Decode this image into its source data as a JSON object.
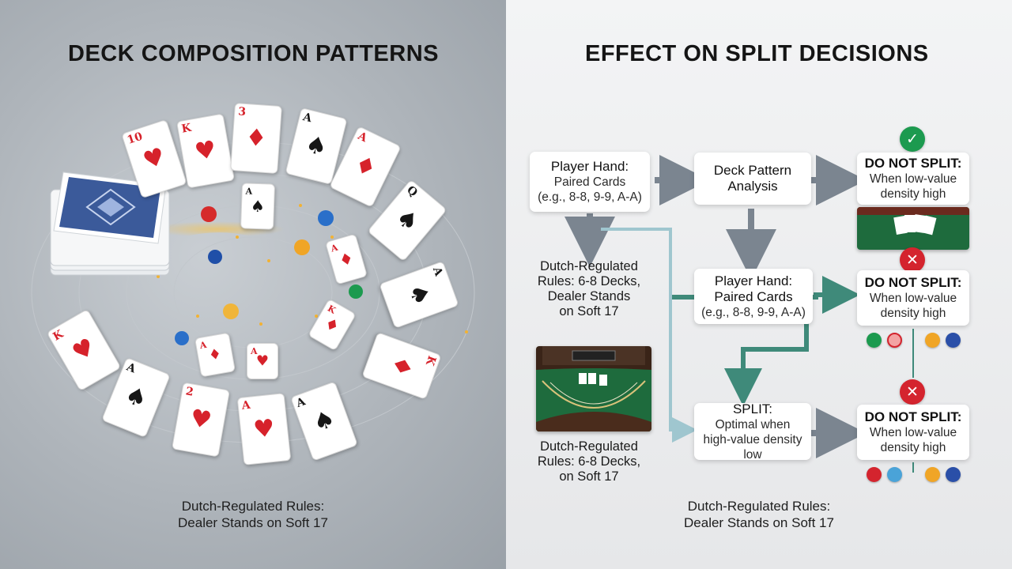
{
  "left": {
    "title": "DECK COMPOSITION PATTERNS",
    "caption": {
      "line1": "Dutch-Regulated Rules:",
      "line2": "Dealer Stands on Soft 17"
    }
  },
  "right": {
    "title": "EFFECT ON SPLIT DECISIONS",
    "caption": {
      "line1": "Dutch-Regulated Rules:",
      "line2": "Dealer Stands on Soft 17"
    },
    "player_hand_1": {
      "title": "Player Hand:",
      "line1": "Paired Cards",
      "line2": "(e.g., 8-8, 9-9, A-A)"
    },
    "deck_pattern": {
      "line1": "Deck Pattern",
      "line2": "Analysis"
    },
    "player_hand_2": {
      "title": "Player Hand:",
      "line1": "Paired Cards",
      "line2": "(e.g., 8-8, 9-9, A-A)"
    },
    "split": {
      "title": "SPLIT:",
      "line1": "Optimal when",
      "line2": "high-value density low"
    },
    "rules_note_1": {
      "line1": "Dutch-Regulated",
      "line2": "Rules: 6-8 Decks,",
      "line3": "Dealer Stands",
      "line4": "on Soft 17"
    },
    "rules_note_2": {
      "line1": "Dutch-Regulated",
      "line2": "Rules: 6-8 Decks,",
      "line3": "on Soft 17"
    },
    "outcome_1": {
      "title": "DO NOT SPLIT:",
      "line1": "When low-value",
      "line2": "density high",
      "status": "check"
    },
    "outcome_2": {
      "title": "DO NOT SPLIT:",
      "line1": "When low-value",
      "line2": "density high",
      "status": "cross"
    },
    "outcome_3": {
      "title": "DO NOT SPLIT:",
      "line1": "When low-value",
      "line2": "density high",
      "status": "cross"
    }
  },
  "cards": [
    {
      "rank": "10",
      "suit": "♥",
      "color": "red"
    },
    {
      "rank": "3",
      "suit": "♦",
      "color": "red"
    },
    {
      "rank": "A",
      "suit": "♠",
      "color": "blk"
    },
    {
      "rank": "A",
      "suit": "♦",
      "color": "red"
    },
    {
      "rank": "K",
      "suit": "♥",
      "color": "red"
    },
    {
      "rank": "Q",
      "suit": "♠",
      "color": "blk"
    },
    {
      "rank": "A",
      "suit": "♦",
      "color": "red"
    },
    {
      "rank": "A",
      "suit": "♠",
      "color": "blk"
    },
    {
      "rank": "2",
      "suit": "♥",
      "color": "red"
    },
    {
      "rank": "A",
      "suit": "♥",
      "color": "red"
    },
    {
      "rank": "A",
      "suit": "♠",
      "color": "blk"
    },
    {
      "rank": "K",
      "suit": "♦",
      "color": "red"
    }
  ],
  "colors": {
    "arrow_gray": "#7b8590",
    "arrow_teal": "#3f8a7a",
    "arrow_light": "#9fc6cf",
    "check_green": "#1c9a4f",
    "cross_red": "#d4242e",
    "deck_blue": "#3b5a9a"
  },
  "icons": [
    "check-icon",
    "cross-icon",
    "casino-chip-icon",
    "playing-card-icon",
    "card-deck-icon",
    "blackjack-table-icon"
  ]
}
